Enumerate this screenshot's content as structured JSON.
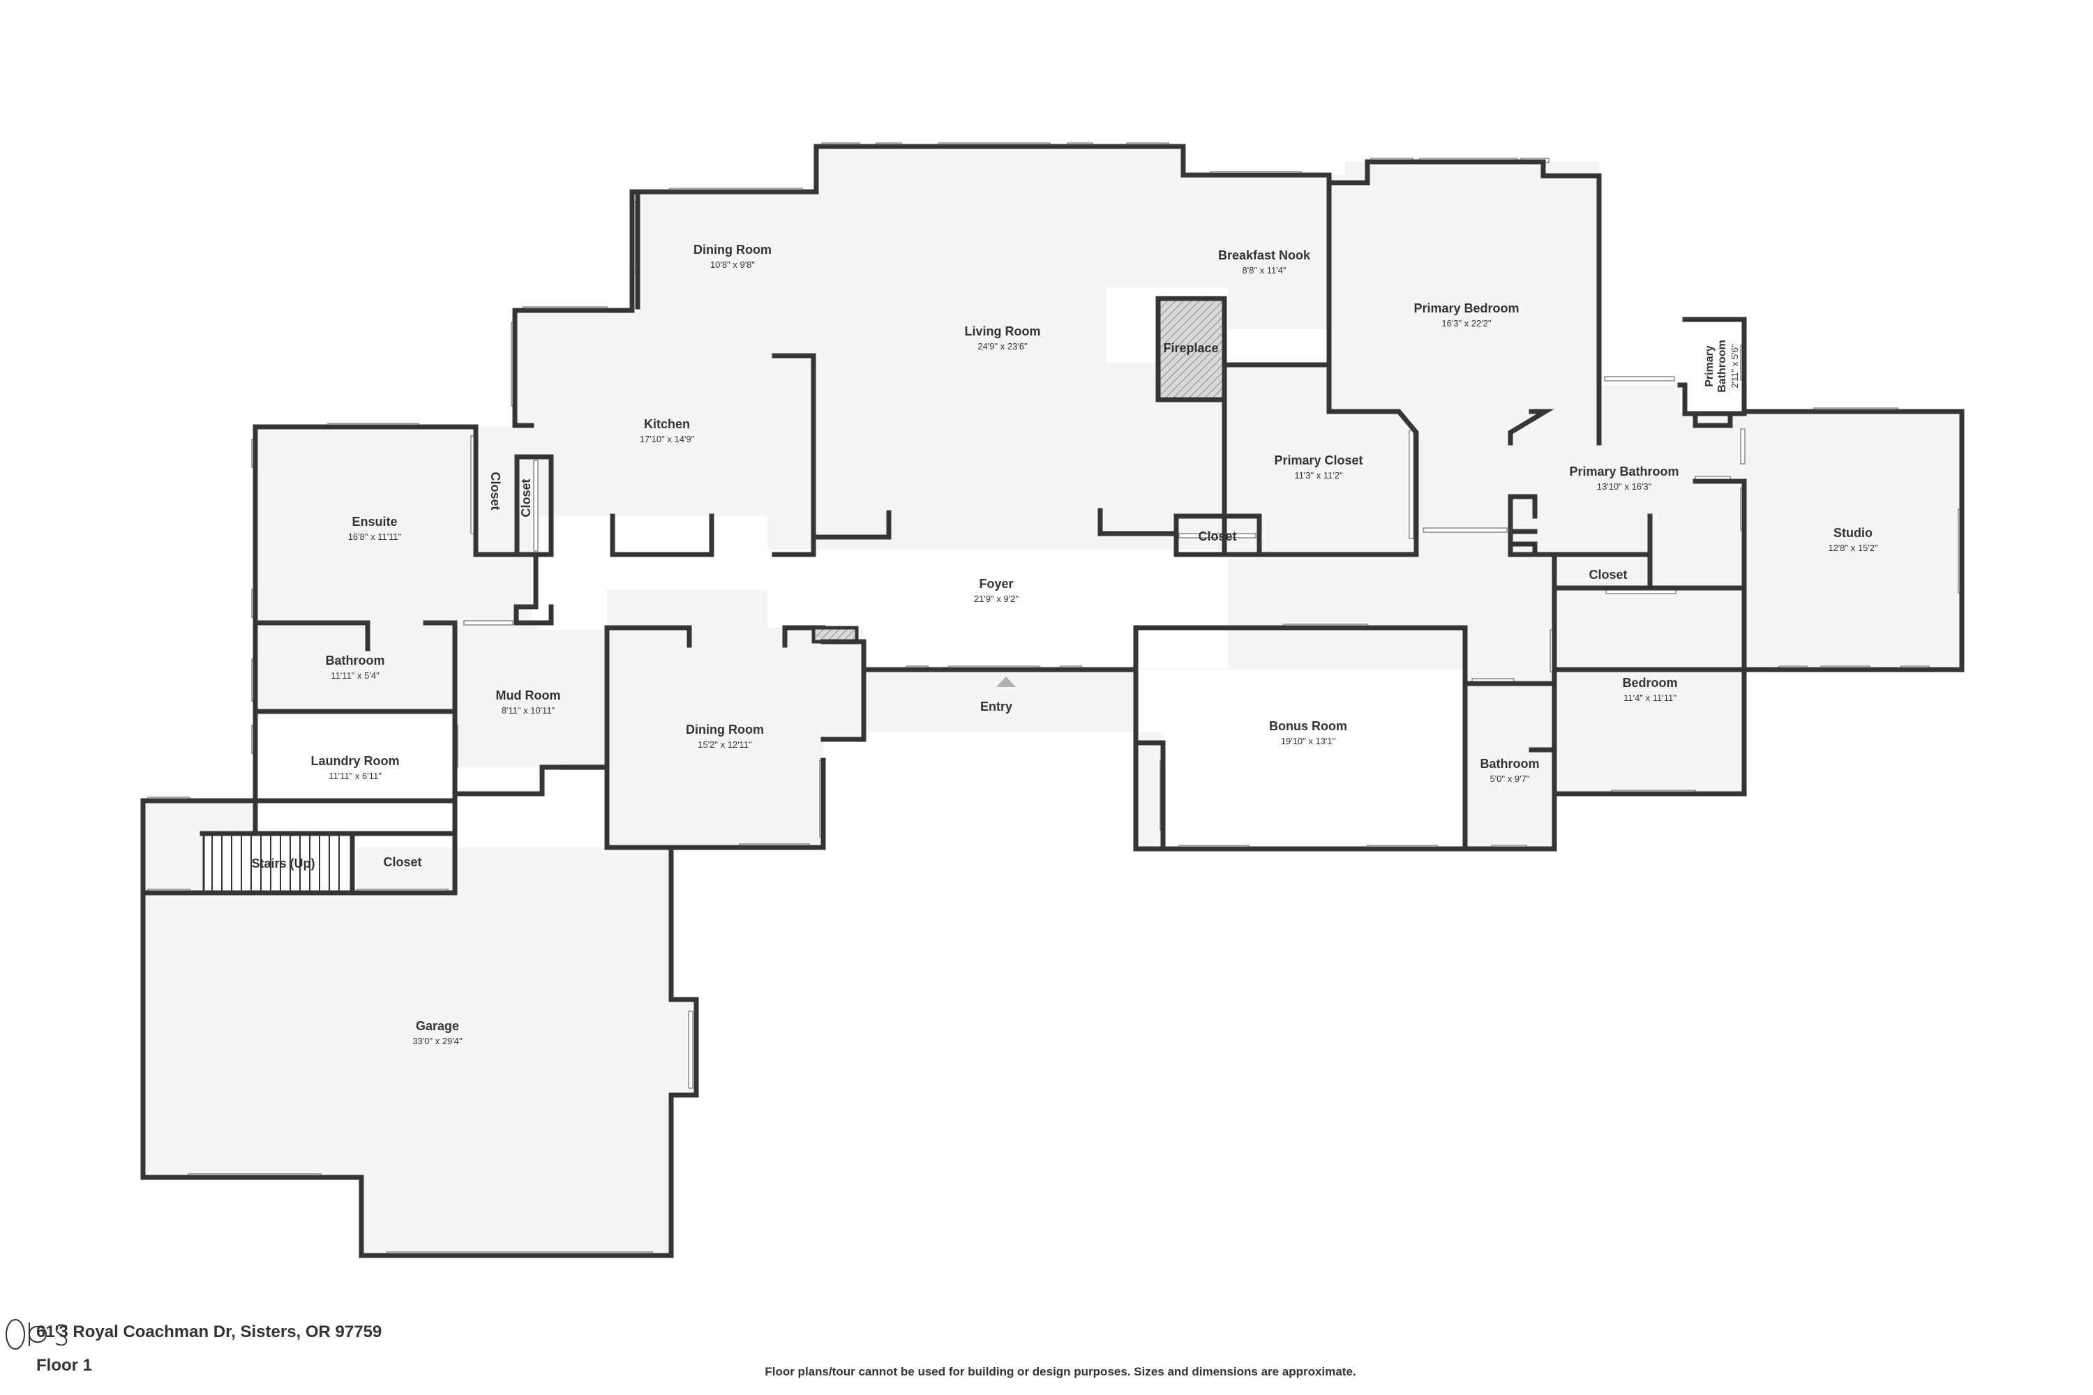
{
  "rooms": [
    {
      "id": "dining-room-top",
      "name": "Dining Room",
      "dims": "10'8\" x 9'8\""
    },
    {
      "id": "breakfast-nook",
      "name": "Breakfast Nook",
      "dims": "8'8\" x 11'4\""
    },
    {
      "id": "living-room",
      "name": "Living Room",
      "dims": "24'9\" x 23'6\""
    },
    {
      "id": "primary-bedroom",
      "name": "Primary Bedroom",
      "dims": "16'3\" x 22'2\""
    },
    {
      "id": "kitchen",
      "name": "Kitchen",
      "dims": "17'10\" x 14'9\""
    },
    {
      "id": "ensuite",
      "name": "Ensuite",
      "dims": "16'8\" x 11'11\""
    },
    {
      "id": "primary-closet",
      "name": "Primary Closet",
      "dims": "11'3\" x 11'2\""
    },
    {
      "id": "primary-bathroom",
      "name": "Primary Bathroom",
      "dims": "13'10\" x 16'3\""
    },
    {
      "id": "primary-bathroom-small",
      "name": "Primary Bathroom",
      "dims": "2'11\" x 5'6\""
    },
    {
      "id": "studio",
      "name": "Studio",
      "dims": "12'8\" x 15'2\""
    },
    {
      "id": "foyer",
      "name": "Foyer",
      "dims": "21'9\" x 9'2\""
    },
    {
      "id": "bathroom-left",
      "name": "Bathroom",
      "dims": "11'11\" x 5'4\""
    },
    {
      "id": "mud-room",
      "name": "Mud Room",
      "dims": "8'11\" x 10'11\""
    },
    {
      "id": "dining-room-lower",
      "name": "Dining Room",
      "dims": "15'2\" x 12'11\""
    },
    {
      "id": "bonus-room",
      "name": "Bonus Room",
      "dims": "19'10\" x 13'1\""
    },
    {
      "id": "bedroom",
      "name": "Bedroom",
      "dims": "11'4\" x 11'11\""
    },
    {
      "id": "laundry-room",
      "name": "Laundry Room",
      "dims": "11'11\" x 6'11\""
    },
    {
      "id": "bathroom-right",
      "name": "Bathroom",
      "dims": "5'0\" x 9'7\""
    },
    {
      "id": "garage",
      "name": "Garage",
      "dims": "33'0\" x 29'4\""
    }
  ],
  "labels": {
    "fireplace": "Fireplace",
    "closet": "Closet",
    "stairs": "Stairs (Up)",
    "entry": "Entry"
  },
  "footer": {
    "address": "61'3 Royal Coachman Dr, Sisters, OR 97759",
    "floor": "Floor 1",
    "disclaimer": "Floor plans/tour cannot be used for building or design purposes. Sizes and dimensions are approximate."
  },
  "colors": {
    "wall": "#353535",
    "floor": "#f5f5f5",
    "text": "#333333"
  },
  "icons": {
    "entry_marker": "triangle-up-icon",
    "logo": "brand-logo-icon"
  }
}
